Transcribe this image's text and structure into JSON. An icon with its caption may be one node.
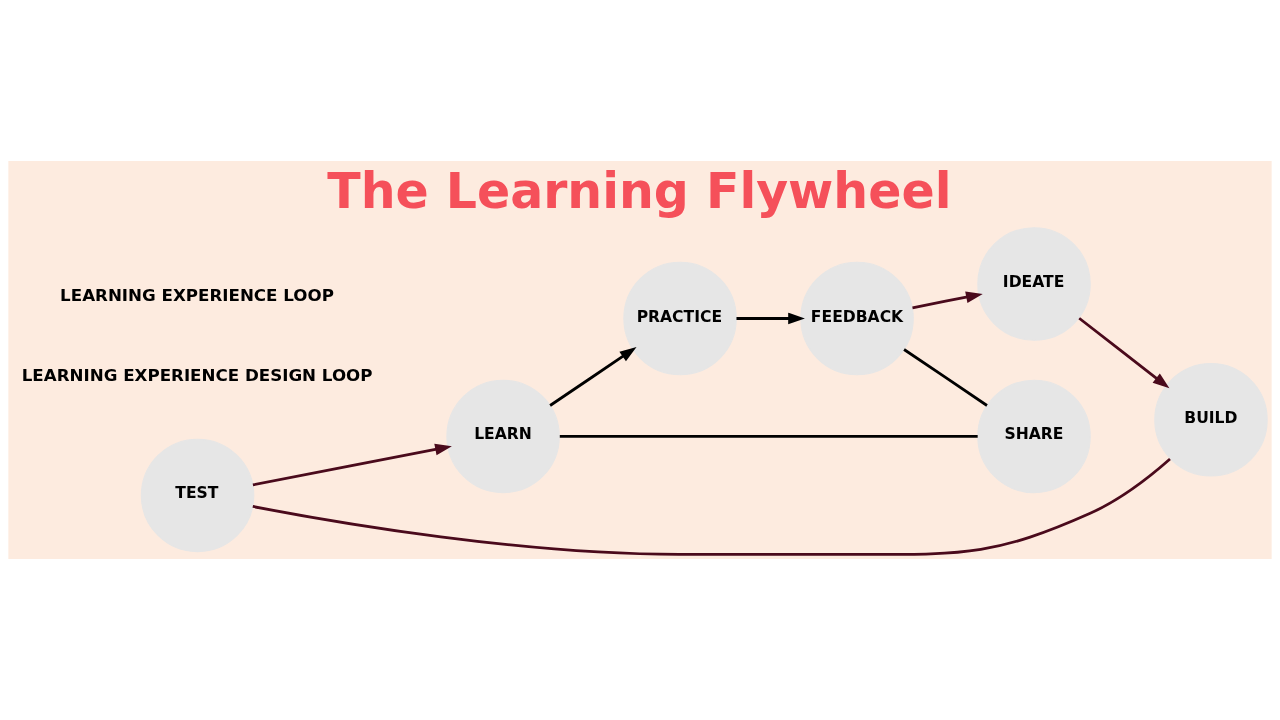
{
  "diagram": {
    "title": "The Learning Flywheel",
    "nodes": [
      {
        "text": [
          "TEST"
        ]
      },
      {
        "text": [
          "LEARN"
        ]
      },
      {
        "text": [
          "BUILD"
        ]
      },
      {
        "text": [
          "SHARE"
        ]
      },
      {
        "text": [
          "PRACTICE"
        ]
      },
      {
        "text": [
          "IDEATE"
        ]
      },
      {
        "text": [
          "FEEDBACK"
        ]
      }
    ],
    "edges": [
      {
        "from": 2,
        "to": 0,
        "arrow": "none",
        "color": "#4a0a1c"
      },
      {
        "from": 0,
        "to": 1,
        "arrow": "to",
        "color": "#4a0a1c"
      },
      {
        "from": 1,
        "to": 4,
        "arrow": "to"
      },
      {
        "from": 4,
        "to": 6,
        "arrow": "to"
      },
      {
        "from": 6,
        "to": 5,
        "arrow": "to",
        "color": "#4a0a1c"
      },
      {
        "from": 5,
        "to": 2,
        "arrow": "to",
        "color": "#4a0a1c"
      },
      {
        "from": 6,
        "to": 3,
        "arrow": "none"
      },
      {
        "from": 3,
        "to": 1,
        "arrow": "none"
      }
    ],
    "labels": [
      "LEARNING EXPERIENCE DESIGN LOOP",
      "LEARNING EXPERIENCE LOOP"
    ]
  }
}
